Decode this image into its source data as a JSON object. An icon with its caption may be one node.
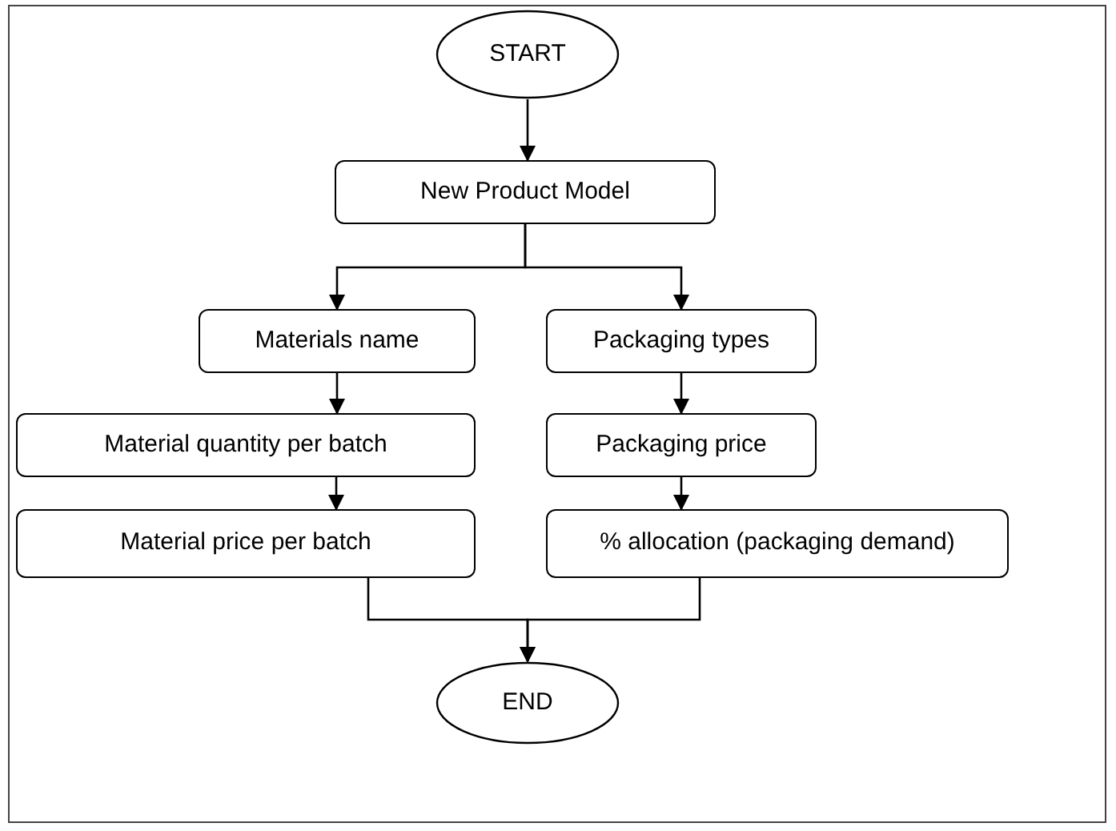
{
  "diagram": {
    "nodes": [
      {
        "text": [
          "START"
        ]
      },
      {
        "text": [
          "New Product Model"
        ]
      },
      {
        "text": [
          "Materials name"
        ]
      },
      {
        "text": [
          "Packaging types"
        ]
      },
      {
        "text": [
          "Material quantity per batch"
        ]
      },
      {
        "text": [
          "Packaging price"
        ]
      },
      {
        "text": [
          "Material price per batch"
        ]
      },
      {
        "text": [
          "% allocation (packaging demand)"
        ]
      },
      {
        "text": [
          "END"
        ]
      }
    ],
    "edges": [
      {
        "from": 0,
        "to": 1,
        "arrow": "to"
      },
      {
        "from": 1,
        "to": 2,
        "arrow": "to"
      },
      {
        "from": 1,
        "to": 3,
        "arrow": "to"
      },
      {
        "from": 2,
        "to": 4,
        "arrow": "to"
      },
      {
        "from": 3,
        "to": 5,
        "arrow": "to"
      },
      {
        "from": 4,
        "to": 6,
        "arrow": "to"
      },
      {
        "from": 5,
        "to": 7,
        "arrow": "to"
      },
      {
        "from": 6,
        "to": 8,
        "arrow": "to"
      },
      {
        "from": 7,
        "to": 8,
        "arrow": "to"
      }
    ]
  }
}
